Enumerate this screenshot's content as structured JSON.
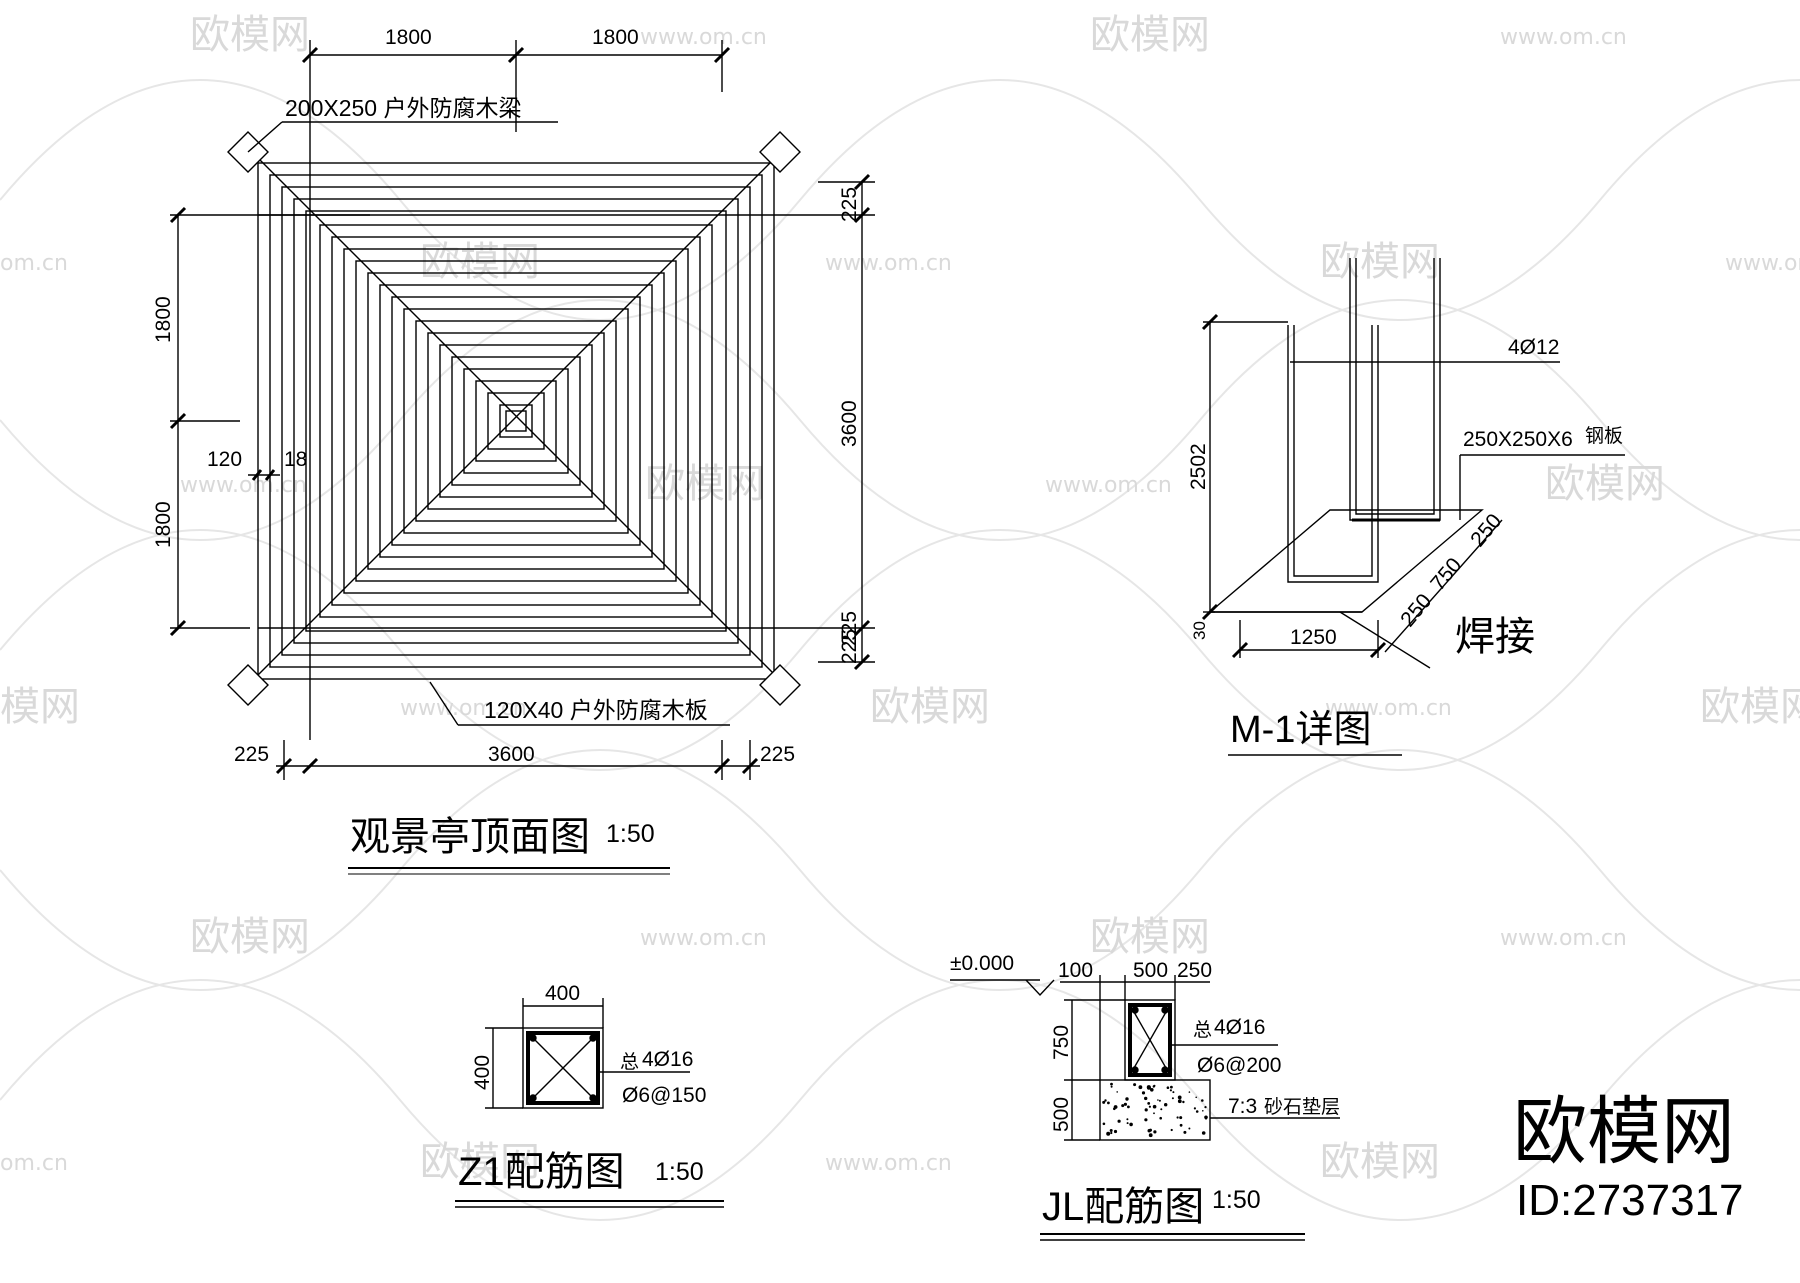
{
  "watermark": {
    "brand": "欧模网",
    "url": "www.om.cn",
    "url_partial": "om.cn",
    "brand_partial": "模网"
  },
  "corner_brand": {
    "name": "欧模网",
    "id": "ID:2737317"
  },
  "top_plan": {
    "title": "观景亭顶面图",
    "scale": "1:50",
    "beam_label": "200X250 户外防腐木梁",
    "board_label": "120X40 户外防腐木板",
    "dims": {
      "top_a": "1800",
      "top_b": "1800",
      "left_a": "1800",
      "left_b": "1800",
      "right_total": "3600",
      "right_top": "225",
      "right_bottom_a": "225",
      "right_bottom_b": "225",
      "bottom_left": "225",
      "bottom_total": "3600",
      "bottom_right": "225",
      "small_a": "120",
      "small_b": "18"
    }
  },
  "m1_detail": {
    "title": "M-1详图",
    "rebar": "4Ø12",
    "plate": "250X250X6",
    "plate_suffix": "钢板",
    "weld": "焊接",
    "dims": {
      "height": "2502",
      "base_thk": "30",
      "width": "1250",
      "d250a": "250",
      "d750": "750",
      "d250b": "250"
    }
  },
  "z1_section": {
    "title": "Z1配筋图",
    "scale": "1:50",
    "width": "400",
    "height": "400",
    "total_prefix": "总",
    "main_bars": "4Ø16",
    "stirrups": "Ø6@150"
  },
  "jl_section": {
    "title": "JL配筋图",
    "scale": "1:50",
    "elevation": "±0.000",
    "d100": "100",
    "d500": "500",
    "d250": "250",
    "d750": "750",
    "d500v": "500",
    "total_prefix": "总",
    "main_bars": "4Ø16",
    "stirrups": "Ø6@200",
    "layer_ratio": "7:3",
    "layer_text": "砂石垫层"
  }
}
